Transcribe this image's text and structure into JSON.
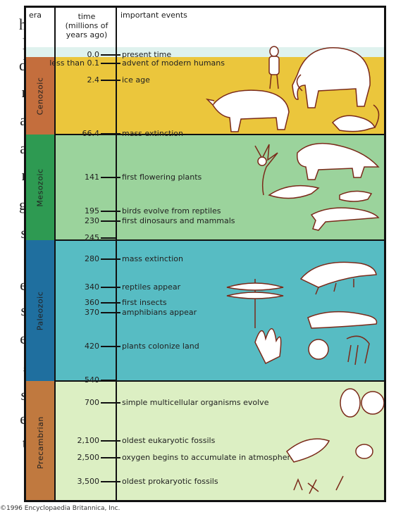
{
  "margin_chars": [
    "h",
    "l",
    "d",
    "r",
    "a",
    "a",
    "r",
    "g",
    "s",
    ".",
    "e",
    "s",
    "e",
    ",",
    "s",
    "e",
    "t"
  ],
  "header": {
    "era": "era",
    "time_line1": "time",
    "time_line2": "(millions of",
    "time_line3": "years ago)",
    "events": "important events"
  },
  "eras": [
    {
      "name": "Cenozoic",
      "color": "#ebc63c",
      "era_color": "#c46e3d"
    },
    {
      "name": "Mesozoic",
      "color": "#9bd39c",
      "era_color": "#2e9a52"
    },
    {
      "name": "Paleozoic",
      "color": "#57bcc3",
      "era_color": "#1f6f9f"
    },
    {
      "name": "Precambrian",
      "color": "#dcefc3",
      "era_color": "#c0793f"
    }
  ],
  "boundaries": [
    "66.4",
    "245",
    "540"
  ],
  "events": [
    {
      "time": "0.0",
      "text": "present time"
    },
    {
      "time": "less than 0.1",
      "text": "advent of modern humans"
    },
    {
      "time": "2.4",
      "text": "ice age"
    },
    {
      "time": "66.4",
      "text": "mass extinction"
    },
    {
      "time": "141",
      "text": "first flowering plants"
    },
    {
      "time": "195",
      "text": "birds evolve from reptiles"
    },
    {
      "time": "230",
      "text": "first dinosaurs and mammals"
    },
    {
      "time": "245",
      "text": ""
    },
    {
      "time": "280",
      "text": "mass extinction"
    },
    {
      "time": "340",
      "text": "reptiles appear"
    },
    {
      "time": "360",
      "text": "first insects"
    },
    {
      "time": "370",
      "text": "amphibians appear"
    },
    {
      "time": "420",
      "text": "plants colonize land"
    },
    {
      "time": "540",
      "text": ""
    },
    {
      "time": "700",
      "text": "simple multicellular organisms evolve"
    },
    {
      "time": "2,100",
      "text": "oldest eukaryotic fossils"
    },
    {
      "time": "2,500",
      "text": "oxygen begins to accumulate in atmosphere"
    },
    {
      "time": "3,500",
      "text": "oldest prokaryotic fossils"
    }
  ],
  "copyright": "©1996 Encyclopaedia Britannica, Inc."
}
